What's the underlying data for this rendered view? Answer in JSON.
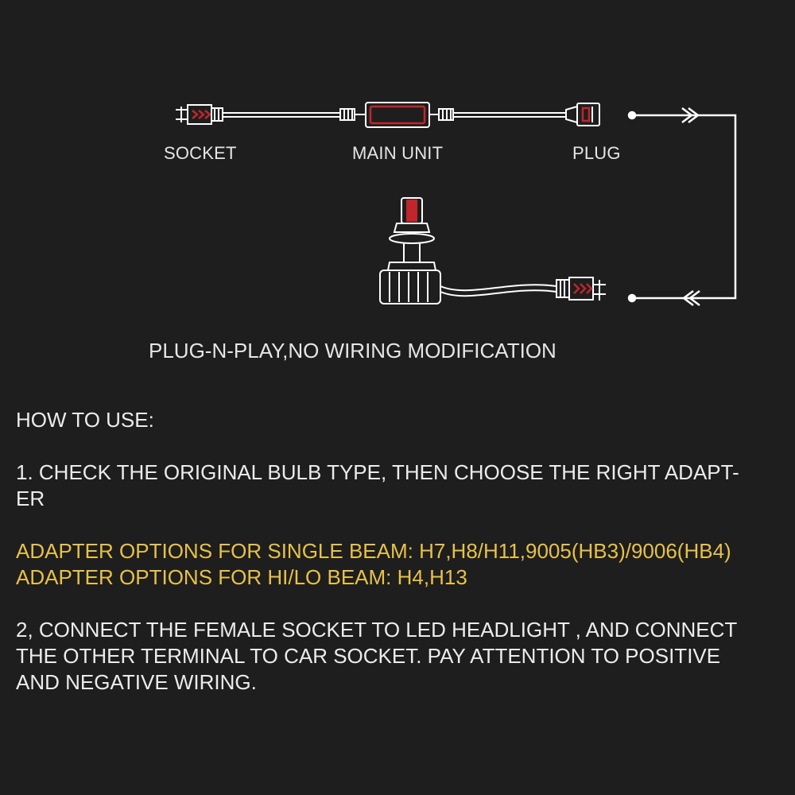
{
  "colors": {
    "background": "#1f1e1e",
    "text": "#ececec",
    "highlight": "#e6c24a",
    "line": "#ffffff",
    "component_red": "#c0262b"
  },
  "diagram": {
    "labels": {
      "socket": "SOCKET",
      "main_unit": "MAIN UNIT",
      "plug": "PLUG"
    },
    "icons": [
      "connector-socket-icon",
      "main-unit-icon",
      "plug-icon",
      "led-bulb-icon",
      "arrow-right-icon",
      "arrow-left-icon"
    ],
    "caption": "PLUG-N-PLAY,NO WIRING MODIFICATION"
  },
  "instructions": {
    "heading": "HOW TO USE:",
    "step1_line1": "1. CHECK THE ORIGINAL BULB TYPE, THEN CHOOSE THE RIGHT ADAPT-",
    "step1_line2": "ER",
    "single_beam": "ADAPTER OPTIONS FOR SINGLE BEAM: H7,H8/H11,9005(HB3)/9006(HB4)",
    "hilo_beam": "ADAPTER OPTIONS FOR HI/LO BEAM: H4,H13",
    "step2_line1": "2, CONNECT THE FEMALE SOCKET TO LED HEADLIGHT , AND CONNECT",
    "step2_line2": "THE OTHER TERMINAL TO CAR SOCKET. PAY ATTENTION TO POSITIVE",
    "step2_line3": "AND NEGATIVE WIRING."
  }
}
